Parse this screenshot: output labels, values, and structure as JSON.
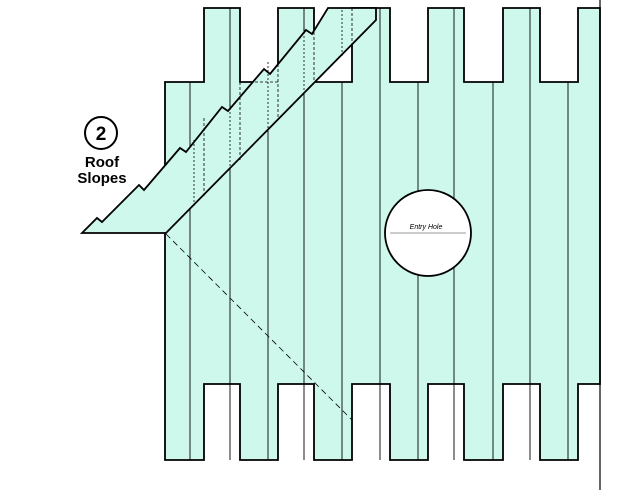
{
  "callout": {
    "step_number": "2",
    "label_line1": "Roof",
    "label_line2": "Slopes"
  },
  "entry_hole": {
    "label": "Entry Hole"
  },
  "colors": {
    "board_fill": "#cff8ec",
    "stroke": "#000000",
    "background": "#ffffff"
  }
}
